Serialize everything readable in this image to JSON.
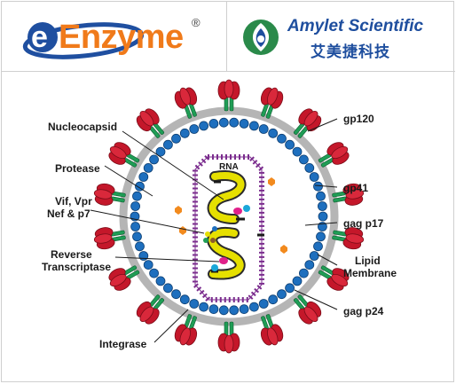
{
  "header": {
    "eenzyme": {
      "brand_letter": "e",
      "brand_text": "Enzyme",
      "registered": "®"
    },
    "amylet": {
      "name": "Amylet Scientific",
      "chinese_name": "艾美捷科技"
    }
  },
  "diagram": {
    "labels": {
      "nucleocapsid": "Nucleocapsid",
      "protease": "Protease",
      "vif_vpr_line1": "Vif, Vpr",
      "vif_vpr_line2": "Nef & p7",
      "rt_line1": "Reverse",
      "rt_line2": "Transcriptase",
      "integrase": "Integrase",
      "gp120": "gp120",
      "gp41": "gp41",
      "gag_p17": "gag p17",
      "lipid_line1": "Lipid",
      "lipid_line2": "Membrane",
      "gag_p24": "gag p24",
      "rna": "RNA"
    },
    "colors": {
      "spike_head": "#c4172a",
      "spike_stalk": "#1f9d55",
      "membrane": "#b5b5b5",
      "matrix_beads": "#1e6fbe",
      "capsid_beads": "#7b2d8e",
      "rna": "#e6e000",
      "protease_hexagon": "#f28a1e"
    }
  }
}
